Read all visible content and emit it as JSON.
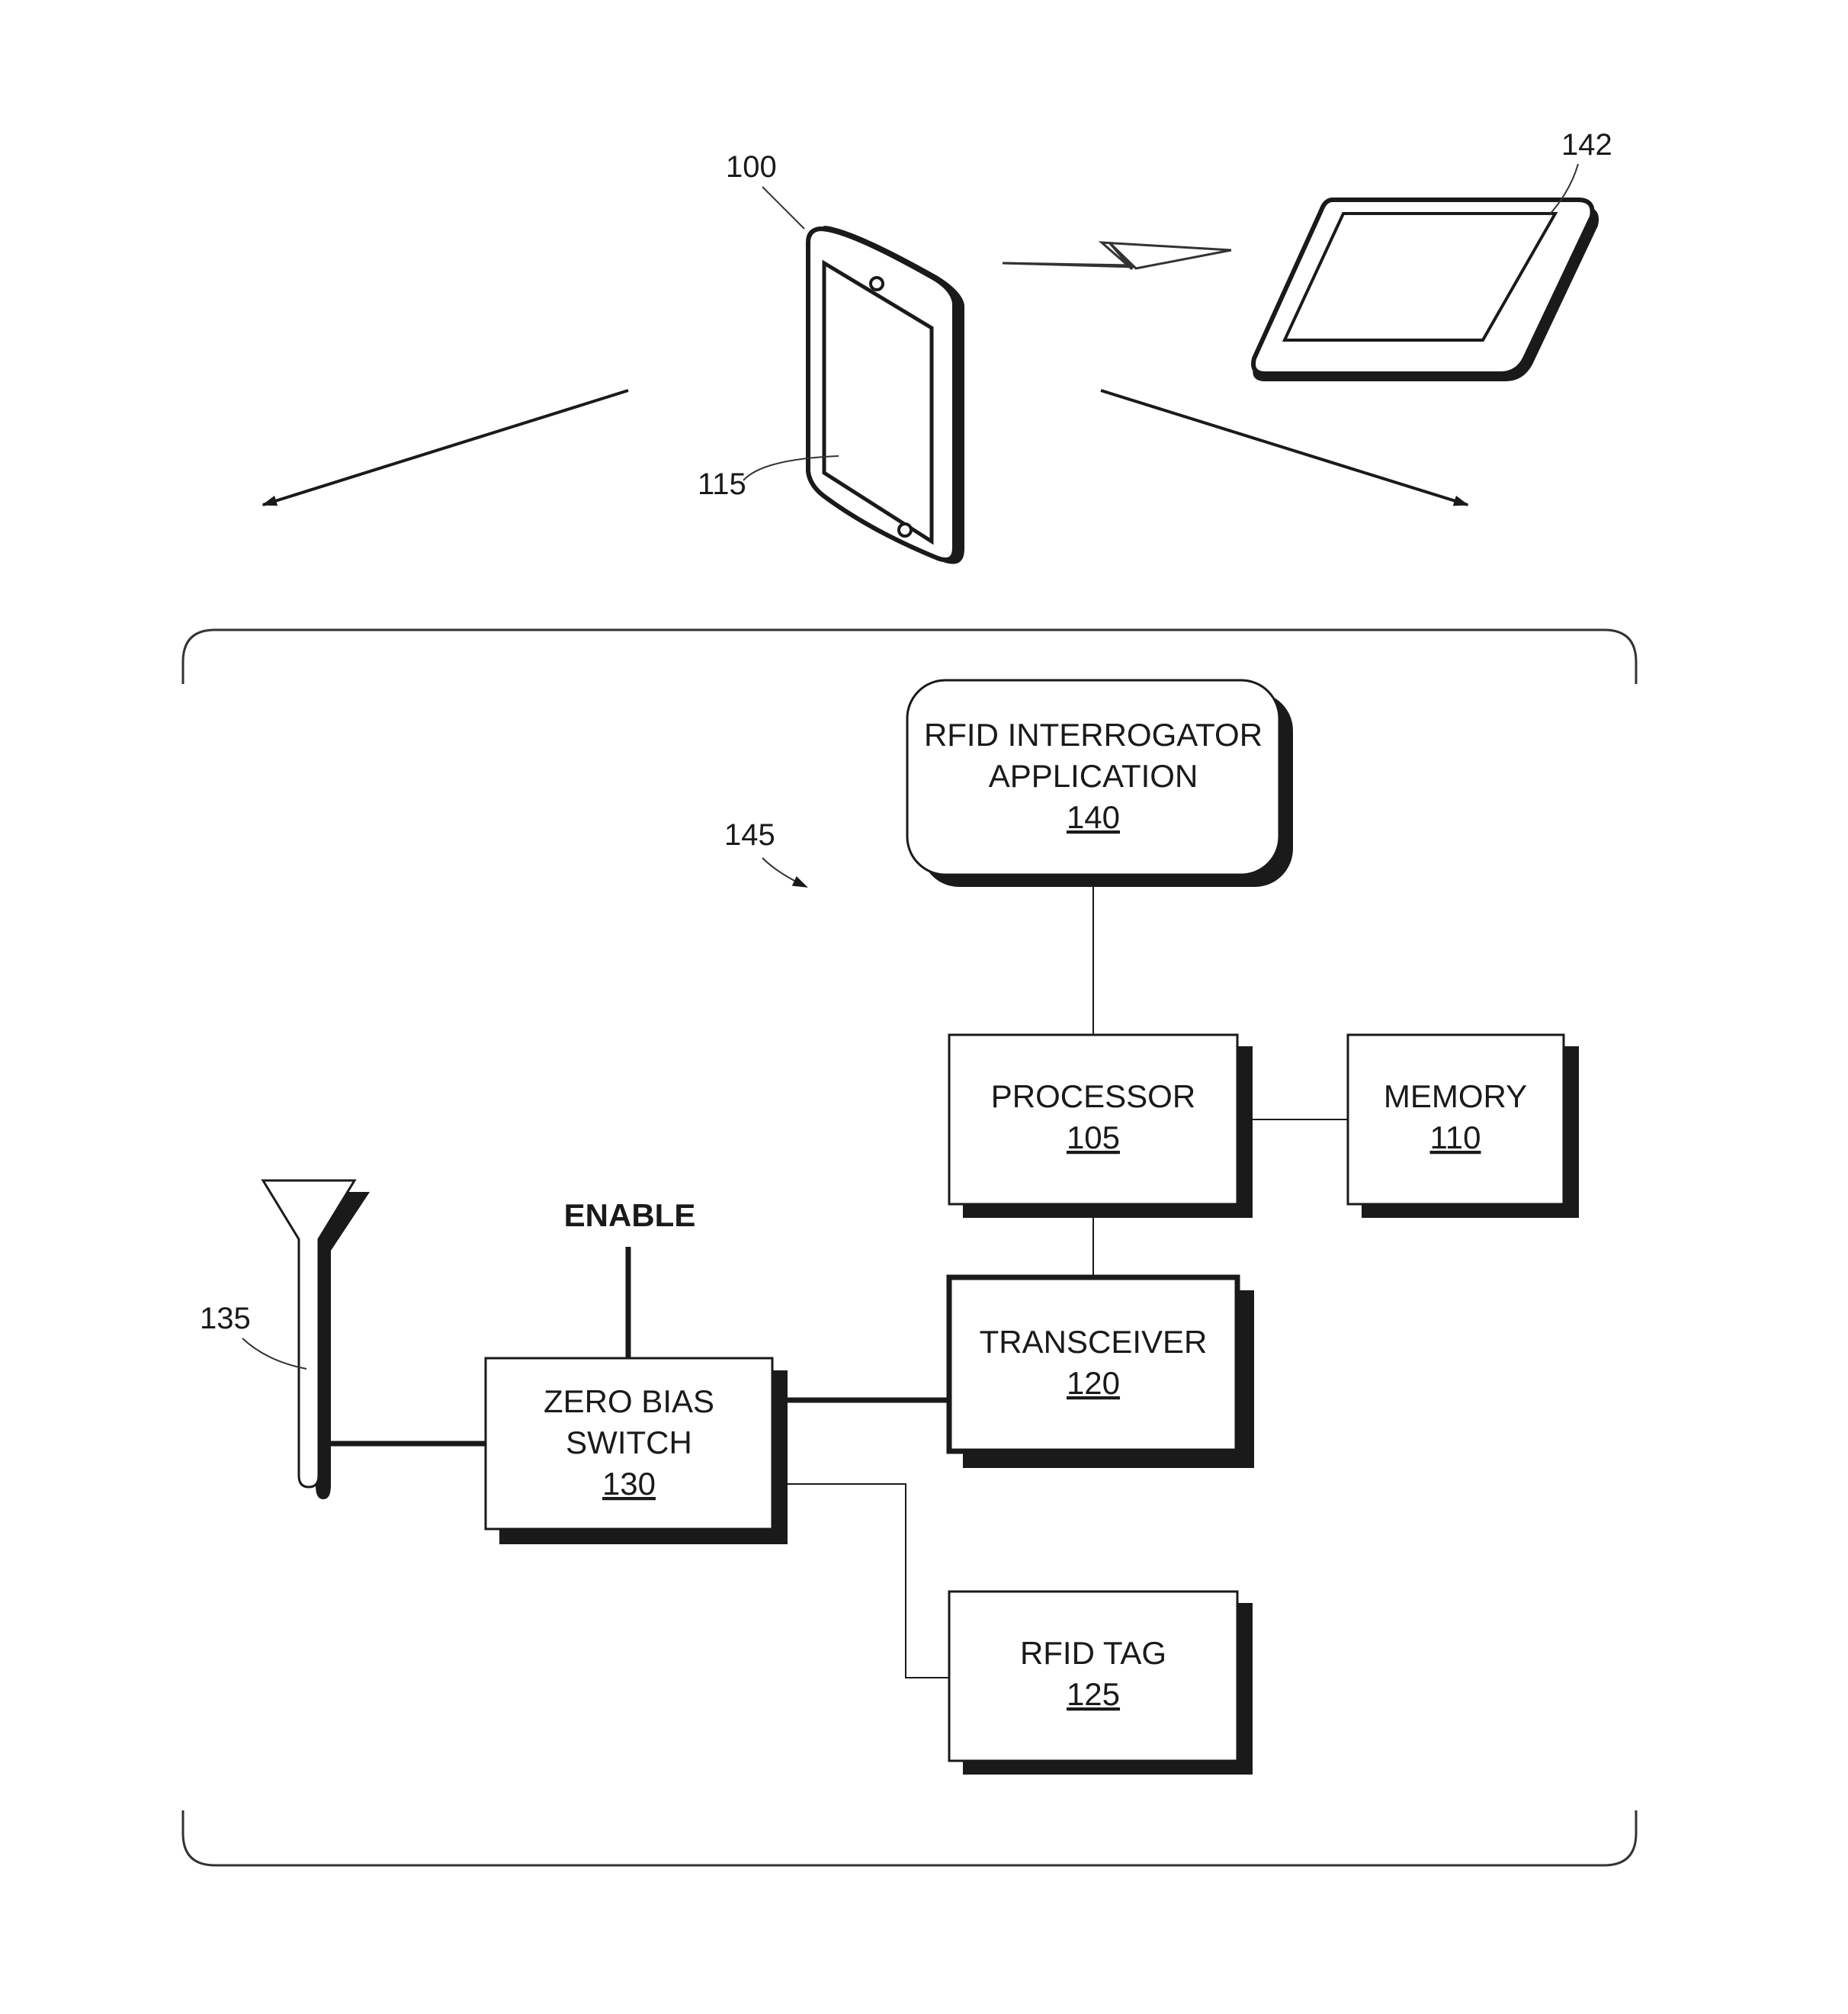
{
  "devices": {
    "phone_ref": "100",
    "screen_ref": "115",
    "tablet_ref": "142"
  },
  "system_ref": "145",
  "blocks": {
    "rfid_app": {
      "line1": "RFID INTERROGATOR",
      "line2": "APPLICATION",
      "num": "140"
    },
    "processor": {
      "line1": "PROCESSOR",
      "num": "105"
    },
    "memory": {
      "line1": "MEMORY",
      "num": "110"
    },
    "transceiver": {
      "line1": "TRANSCEIVER",
      "num": "120"
    },
    "zero_bias_switch": {
      "line1": "ZERO BIAS",
      "line2": "SWITCH",
      "num": "130"
    },
    "rfid_tag": {
      "line1": "RFID TAG",
      "num": "125"
    }
  },
  "antenna_ref": "135",
  "enable_label": "ENABLE"
}
